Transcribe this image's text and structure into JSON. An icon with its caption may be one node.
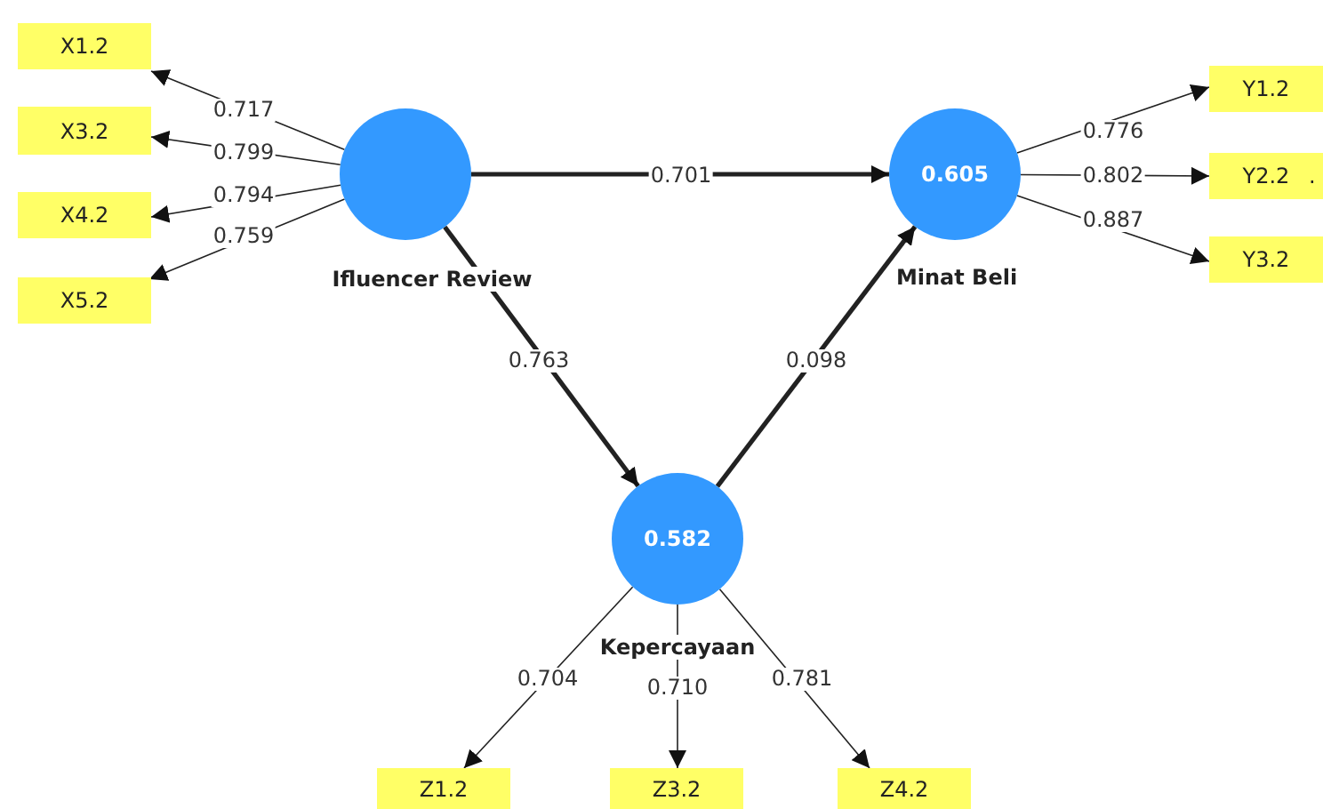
{
  "diagram": {
    "nodes": [
      {
        "text": [
          "X1.2"
        ]
      },
      {
        "text": [
          "X3.2"
        ]
      },
      {
        "text": [
          "X4.2"
        ]
      },
      {
        "text": [
          "X5.2"
        ]
      },
      {
        "text": [
          "Ifluencer Review"
        ]
      },
      {
        "text": [
          "0.605",
          "Minat Beli"
        ]
      },
      {
        "text": [
          "Y1.2"
        ]
      },
      {
        "text": [
          "Y2.2",
          "."
        ]
      },
      {
        "text": [
          "Y3.2"
        ]
      },
      {
        "text": [
          "0.582",
          "Kepercayaan"
        ]
      },
      {
        "text": [
          "Z1.2"
        ]
      },
      {
        "text": [
          "Z3.2"
        ]
      },
      {
        "text": [
          "Z4.2"
        ]
      }
    ],
    "edges": [
      {
        "from": 4,
        "to": 0,
        "arrow": "to",
        "label": "0.717"
      },
      {
        "from": 4,
        "to": 1,
        "arrow": "to",
        "label": "0.799"
      },
      {
        "from": 4,
        "to": 2,
        "arrow": "to",
        "label": "0.794"
      },
      {
        "from": 4,
        "to": 3,
        "arrow": "to",
        "label": "0.759"
      },
      {
        "from": 4,
        "to": 5,
        "arrow": "to",
        "label": "0.701",
        "style": "thick"
      },
      {
        "from": 4,
        "to": 9,
        "arrow": "to",
        "label": "0.763",
        "style": "thick"
      },
      {
        "from": 9,
        "to": 5,
        "arrow": "to",
        "label": "0.098",
        "style": "thick"
      },
      {
        "from": 5,
        "to": 6,
        "arrow": "to",
        "label": "0.776"
      },
      {
        "from": 5,
        "to": 7,
        "arrow": "to",
        "label": "0.802"
      },
      {
        "from": 5,
        "to": 8,
        "arrow": "to",
        "label": "0.887"
      },
      {
        "from": 9,
        "to": 10,
        "arrow": "to",
        "label": "0.704"
      },
      {
        "from": 9,
        "to": 11,
        "arrow": "to",
        "label": "0.710"
      },
      {
        "from": 9,
        "to": 12,
        "arrow": "to",
        "label": "0.781"
      }
    ]
  }
}
